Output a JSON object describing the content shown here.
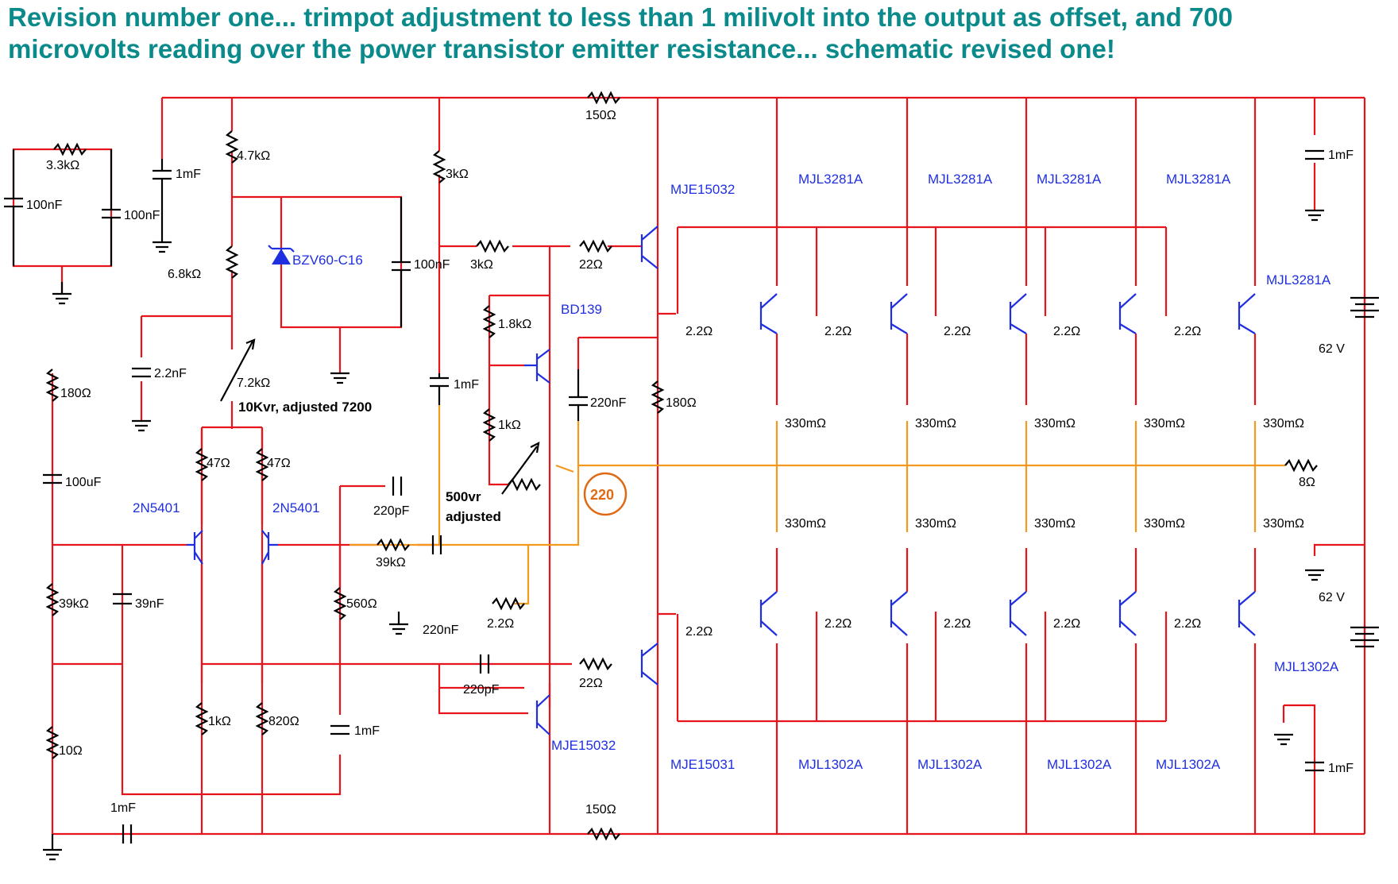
{
  "title": {
    "line1": "Revision number one... trimpot adjustment to less than 1 milivolt into the output as offset, and 700",
    "line2": "microvolts reading over the power transistor emitter resistance... schematic revised one!"
  },
  "colors": {
    "title": "#0a8a8a",
    "wire": "#e8141c",
    "wire_feedback": "#f39a1e",
    "device": "#1f2fe0",
    "annotation": "#e06a14"
  },
  "labels": {
    "r_150_top": "150Ω",
    "r_3_3k": "3.3kΩ",
    "c_100nf_a": "100nF",
    "c_100nf_b": "100nF",
    "c_1mf_a": "1mF",
    "r_4_7k": "4.7kΩ",
    "r_6_8k": "6.8kΩ",
    "zener": "BZV60-C16",
    "c_100nf_c": "100nF",
    "r_3k_v": "3kΩ",
    "r_3k_h": "3kΩ",
    "r_22_top": "22Ω",
    "c_2_2nf": "2.2nF",
    "r_7_2k": "7.2kΩ",
    "note_10k": "10Kvr, adjusted 7200",
    "r_180_left": "180Ω",
    "c_100uf": "100uF",
    "r_47_a": "47Ω",
    "r_47_b": "47Ω",
    "q_2n5401_a": "2N5401",
    "q_2n5401_b": "2N5401",
    "r_1_8k": "1.8kΩ",
    "q_bd139": "BD139",
    "r_1k_vbe": "1kΩ",
    "c_1mf_b": "1mF",
    "c_220pf_a": "220pF",
    "note_500": "500vr",
    "note_adjusted": "adjusted",
    "callout_220": "220",
    "c_220nf_a": "220nF",
    "r_180_mid": "180Ω",
    "r_39k_h": "39kΩ",
    "r_39k_v": "39kΩ",
    "c_39nf": "39nF",
    "r_560": "560Ω",
    "c_220nf_b": "220nF",
    "r_2_2_fb": "2.2Ω",
    "c_220pf_b": "220pF",
    "r_22_bot": "22Ω",
    "r_1k_b": "1kΩ",
    "r_820": "820Ω",
    "c_1mf_c": "1mF",
    "r_10": "10Ω",
    "c_1mf_d": "1mF",
    "r_150_bot": "150Ω",
    "q_mje15032_top": "MJE15032",
    "q_mje15032_bot": "MJE15032",
    "q_mje15031": "MJE15031",
    "q_mjl3281a": "MJL3281A",
    "q_mjl1302a": "MJL1302A",
    "r_gate": "2.2Ω",
    "r_emitter": "330mΩ",
    "c_1mf_top_right": "1mF",
    "c_1mf_bot_right": "1mF",
    "v_top": "62 V",
    "v_bot": "62 V",
    "r_load": "8Ω"
  }
}
